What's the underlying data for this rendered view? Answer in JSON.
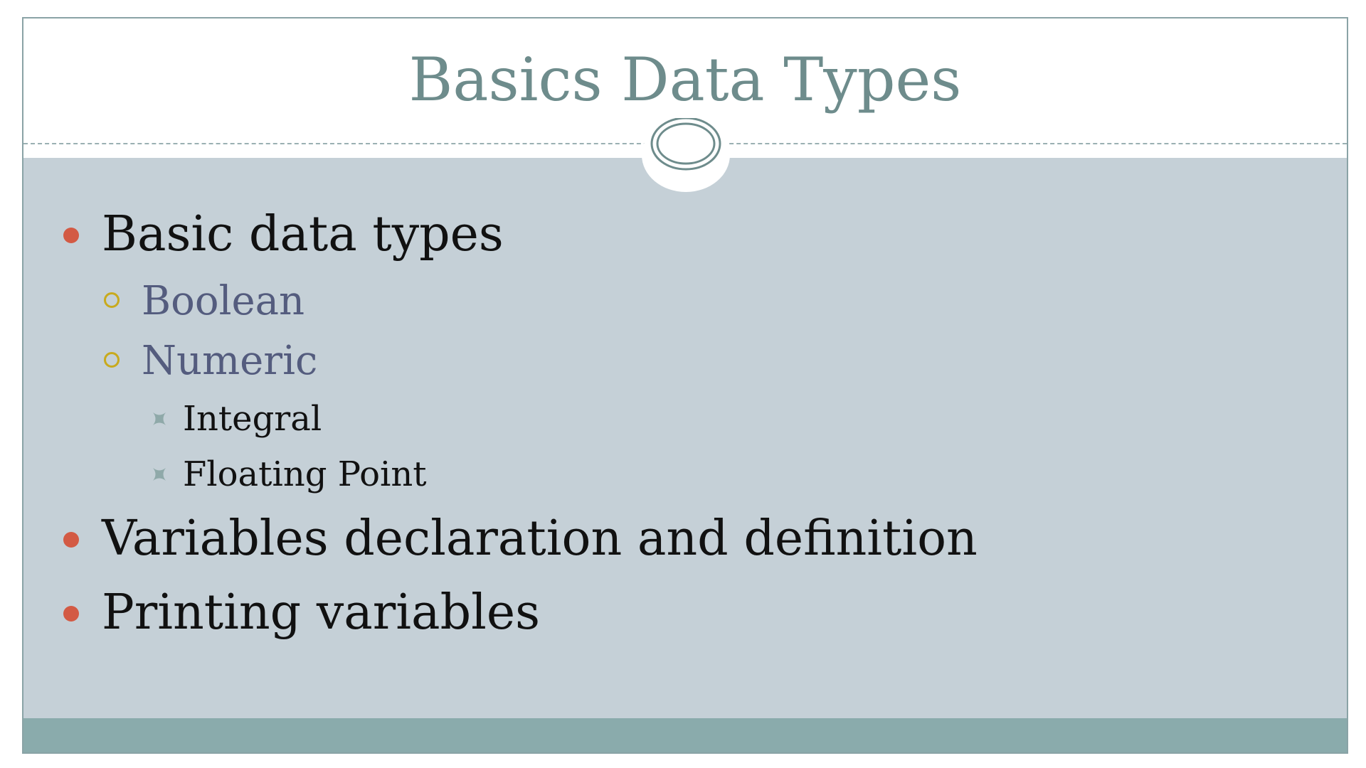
{
  "slide": {
    "title": "Basics Data Types",
    "bullets": [
      {
        "text": "Basic data types",
        "children": [
          {
            "text": "Boolean"
          },
          {
            "text": "Numeric",
            "children": [
              {
                "text": "Integral"
              },
              {
                "text": "Floating Point"
              }
            ]
          }
        ]
      },
      {
        "text": "Variables declaration and definition"
      },
      {
        "text": "Printing variables"
      }
    ]
  },
  "icons": {
    "level1_marker": "filled-circle-icon",
    "level2_marker": "hollow-circle-icon",
    "level3_marker": "four-point-star-icon",
    "title_emblem": "double-oval-emblem-icon"
  },
  "colors": {
    "title": "#6e8c8c",
    "content_background": "#c5d0d7",
    "footer_band": "#8aabac",
    "level1_bullet": "#d35a44",
    "level2_bullet": "#c8aa1e",
    "level2_text": "#545c7e",
    "level3_bullet": "#8fa9a9",
    "body_text": "#111111"
  }
}
